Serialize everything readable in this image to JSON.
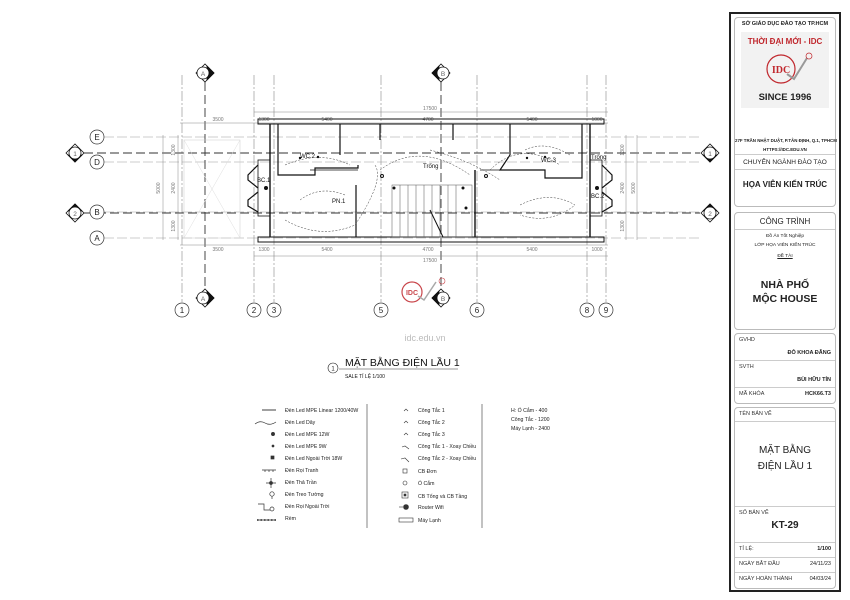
{
  "plan": {
    "axes_vertical": [
      "1",
      "2",
      "3",
      "5",
      "6",
      "8",
      "9"
    ],
    "axes_horizontal": [
      "E",
      "D",
      "B",
      "A"
    ],
    "section_markers_side": [
      "1",
      "2"
    ],
    "section_markers_top": [
      "A",
      "B"
    ],
    "dims_top": [
      "3500",
      "1300",
      "5400",
      "4700",
      "5400",
      "1000"
    ],
    "dims_total": "17500",
    "dims_side": [
      "1300",
      "2400",
      "1300"
    ],
    "dims_side_total": "5000",
    "rooms": {
      "wc2": "WC.2",
      "wc3": "WC.3",
      "bc1": "BC.1",
      "bc2": "BC.2",
      "pn1": "PN.1",
      "void1": "Trống",
      "void2": "Trống"
    },
    "watermark_logo": "IDC",
    "watermark_url": "idc.edu.vn"
  },
  "drawing_title": {
    "number": "1",
    "title": "MẶT BẰNG ĐIỆN LẦU 1",
    "scale": "SALE TỈ LỆ 1/100"
  },
  "legend": {
    "col1": [
      "Đèn Led MPE Linear 1200/40W",
      "Đèn Led Dây",
      "Đèn Led MPE 12W",
      "Đèn Led MPE 9W",
      "Đèn Led Ngoài Trời 18W",
      "Đèn Rọi Tranh",
      "Đèn Thả Trần",
      "Đèn Treo Tường",
      "Đèn Rọi Ngoài Trời",
      "Rèm"
    ],
    "col2": [
      "Công Tắc 1",
      "Công Tắc 2",
      "Công Tắc 3",
      "Công Tắc 1 - Xoay Chiều",
      "Công Tắc 2 - Xoay Chiều",
      "CB Đơn",
      "Ổ Cắm",
      "CB Tổng và CB Tầng",
      "Router Wifi",
      "Máy Lạnh"
    ],
    "heights": [
      "H: Ổ Cắm - 400",
      "Công Tắc - 1200",
      "Máy Lạnh - 2400"
    ]
  },
  "title_block": {
    "department": "SỞ GIÁO DỤC ĐÀO TẠO TP.HCM",
    "school": "THỜI ĐẠI MỚI - IDC",
    "logo": "IDC",
    "since": "SINCE 1996",
    "address": "27F TRẦN NHẬT DUẬT, P.TÂN ĐỊNH, Q.1, TPHCM",
    "website": "HTTPS://IDC.EDU.VN",
    "major_label": "CHUYÊN NGÀNH ĐÀO TẠO",
    "major": "HỌA VIÊN KIẾN TRÚC",
    "project_label": "CÔNG TRÌNH",
    "project_type": "Đồ Án Tốt Nghiệp",
    "class": "LỚP HỌA VIÊN KIẾN TRÚC",
    "topic_label": "ĐỀ TÀI",
    "topic_line1": "NHÀ PHỐ",
    "topic_line2": "MỘC HOUSE",
    "gvhd_label": "GVHD",
    "gvhd": "ĐỖ KHOA ĐĂNG",
    "svth_label": "SVTH",
    "svth": "BÙI HỮU TÍN",
    "course_label": "MÃ KHÓA",
    "course": "HCK66.T3",
    "sheet_name_label": "TÊN BẢN VẼ",
    "sheet_name_line1": "MẶT BẰNG",
    "sheet_name_line2": "ĐIỆN LẦU 1",
    "sheet_no_label": "SỐ BẢN VẼ",
    "sheet_no": "KT-29",
    "scale_label": "TỈ LỆ:",
    "scale": "1/100",
    "start_label": "NGÀY BẮT ĐẦU",
    "start": "24/11/23",
    "end_label": "NGÀY HOÀN THÀNH",
    "end": "04/03/24"
  },
  "colors": {
    "brand_red": "#c0272d",
    "line": "#222222",
    "grid": "#999999"
  }
}
